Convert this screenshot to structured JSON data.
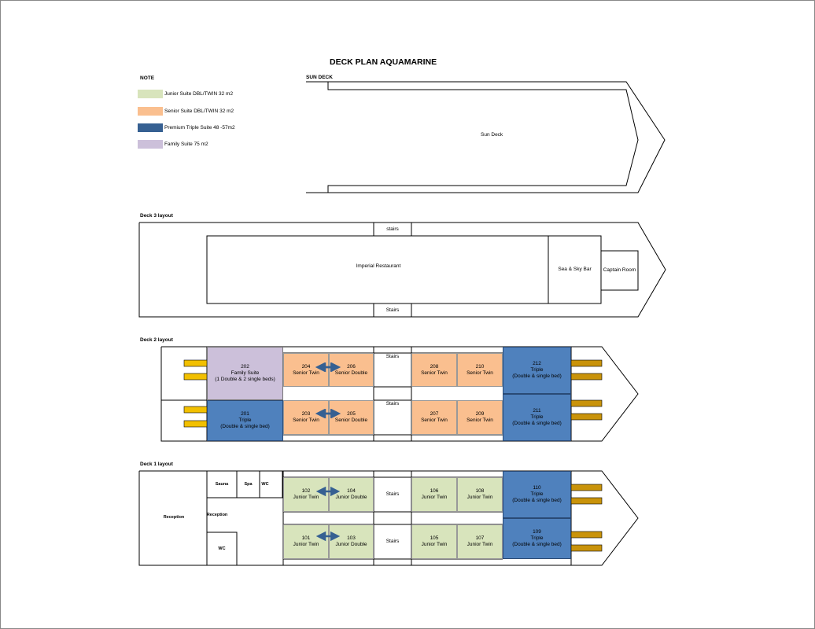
{
  "title": "DECK PLAN AQUAMARINE",
  "note": {
    "heading": "NOTE",
    "items": [
      {
        "label": "Junior Suite DBL/TWIN 32 m2",
        "color": "#d8e4bc"
      },
      {
        "label": "Senior Suite DBL/TWIN 32 m2",
        "color": "#fabf8f"
      },
      {
        "label": "Premium Triple Suite 48 -57m2",
        "color": "#366092"
      },
      {
        "label": "Family Suite 75 m2",
        "color": "#ccc0da"
      }
    ]
  },
  "sun_deck": {
    "heading": "SUN DECK",
    "area": "Sun Deck"
  },
  "deck3": {
    "heading": "Deck 3 layout",
    "stairs_top": "stairs",
    "stairs_bottom": "Stairs",
    "restaurant": "Imperial  Restaurant",
    "bar": "Sea & Sky Bar",
    "captain": "Captain Room"
  },
  "deck2": {
    "heading": "Deck 2 layout",
    "stairs_top": "Stairs",
    "stairs_bottom": "Stairs",
    "cabins": {
      "c202": {
        "num": "202",
        "type": "Family Suite",
        "beds": "(1 Double & 2 single beds)"
      },
      "c204": {
        "num": "204",
        "type": "Senior Twin"
      },
      "c206": {
        "num": "206",
        "type": "Senior Double"
      },
      "c208": {
        "num": "208",
        "type": "Senior Twin"
      },
      "c210": {
        "num": "210",
        "type": "Senior Twin"
      },
      "c212": {
        "num": "212",
        "type": "Triple",
        "beds": "(Double & single bed)"
      },
      "c201": {
        "num": "201",
        "type": "Triple",
        "beds": "(Double & single bed)"
      },
      "c203": {
        "num": "203",
        "type": "Senior Twin"
      },
      "c205": {
        "num": "205",
        "type": "Senior Double"
      },
      "c207": {
        "num": "207",
        "type": "Senior Twin"
      },
      "c209": {
        "num": "209",
        "type": "Senior Twin"
      },
      "c211": {
        "num": "211",
        "type": "Triple",
        "beds": "(Double & single bed)"
      }
    }
  },
  "deck1": {
    "heading": "Deck 1 layout",
    "reception_left": "Reception",
    "reception": "Reception",
    "sauna": "Sauna",
    "spa": "Spa",
    "wc_top": "WC",
    "wc_bottom": "WC",
    "stairs_top": "Stairs",
    "stairs_bottom": "Stairs",
    "cabins": {
      "c102": {
        "num": "102",
        "type": "Junior Twin"
      },
      "c104": {
        "num": "104",
        "type": "Junior Double"
      },
      "c106": {
        "num": "106",
        "type": "Junior Twin"
      },
      "c108": {
        "num": "108",
        "type": "Junior Twin"
      },
      "c110": {
        "num": "110",
        "type": "Triple",
        "beds": "(Double & single bed)"
      },
      "c101": {
        "num": "101",
        "type": "Junior Twin"
      },
      "c103": {
        "num": "103",
        "type": "Junior Double"
      },
      "c105": {
        "num": "105",
        "type": "Junior Twin"
      },
      "c107": {
        "num": "107",
        "type": "Junior Twin"
      },
      "c109": {
        "num": "109",
        "type": "Triple",
        "beds": "(Double & single bed)"
      }
    }
  }
}
